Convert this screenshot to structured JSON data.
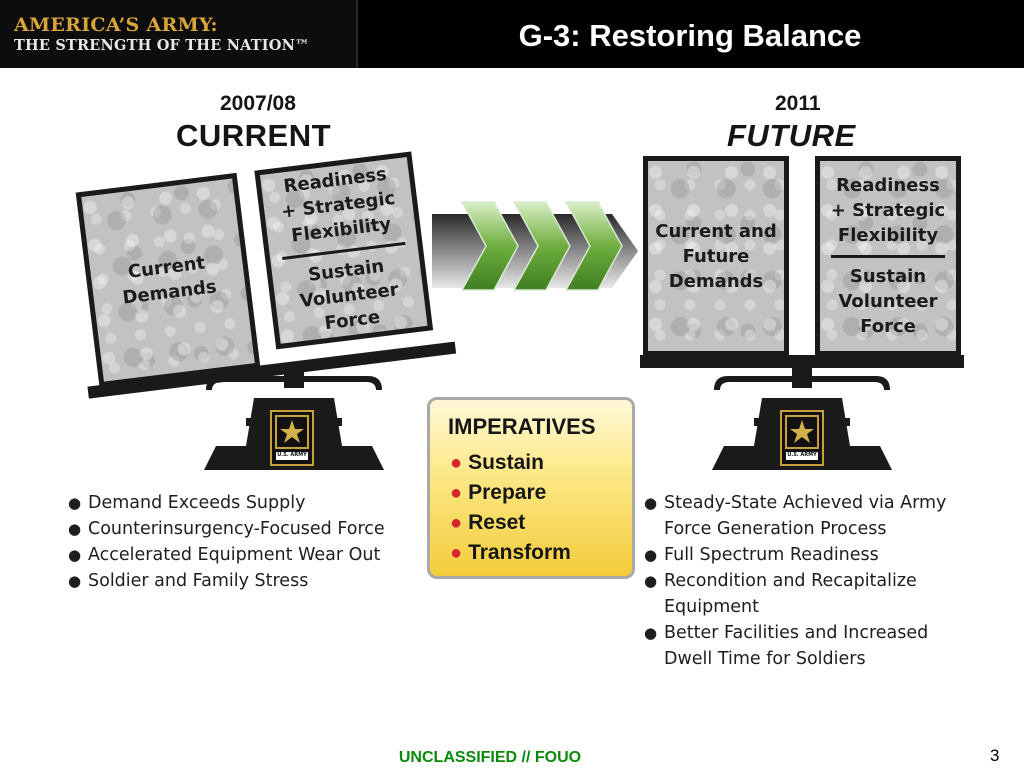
{
  "header": {
    "logo_line1": "AMERICA’S ARMY:",
    "logo_line2": "THE STRENGTH OF  THE NATION™",
    "title": "G-3: Restoring Balance"
  },
  "current": {
    "year": "2007/08",
    "heading": "CURRENT",
    "left_panel": [
      "Current",
      "Demands"
    ],
    "right_panel_top": [
      "Readiness",
      "+ Strategic",
      "Flexibility"
    ],
    "right_panel_bottom": [
      "Sustain",
      "Volunteer",
      "Force"
    ],
    "seal_label": "U.S. ARMY",
    "bullets": [
      "Demand Exceeds Supply",
      "Counterinsurgency-Focused Force",
      "Accelerated Equipment Wear Out",
      "Soldier and Family Stress"
    ]
  },
  "future": {
    "year": "2011",
    "heading": "FUTURE",
    "left_panel": [
      "Current and",
      "Future",
      "Demands"
    ],
    "right_panel_top": [
      "Readiness",
      "+ Strategic",
      "Flexibility"
    ],
    "right_panel_bottom": [
      "Sustain",
      "Volunteer",
      "Force"
    ],
    "seal_label": "U.S. ARMY",
    "bullets": [
      [
        "Steady-State Achieved via Army",
        "Force Generation Process"
      ],
      [
        "Full Spectrum Readiness"
      ],
      [
        "Recondition and Recapitalize",
        "Equipment"
      ],
      [
        "Better Facilities and Increased",
        "Dwell Time for Soldiers"
      ]
    ]
  },
  "imperatives": {
    "title": "IMPERATIVES",
    "items": [
      "Sustain",
      "Prepare",
      "Reset",
      "Transform"
    ],
    "bullet_color": "#d6262d"
  },
  "footer": {
    "classification": "UNCLASSIFIED // FOUO",
    "page_number": "3"
  },
  "colors": {
    "logo_gold": "#d9a536",
    "footer_green": "#0a8a0a",
    "arrow_green": "#6fae3f"
  },
  "icons": [
    "army-star-seal-icon",
    "chevron-arrow-icon"
  ]
}
